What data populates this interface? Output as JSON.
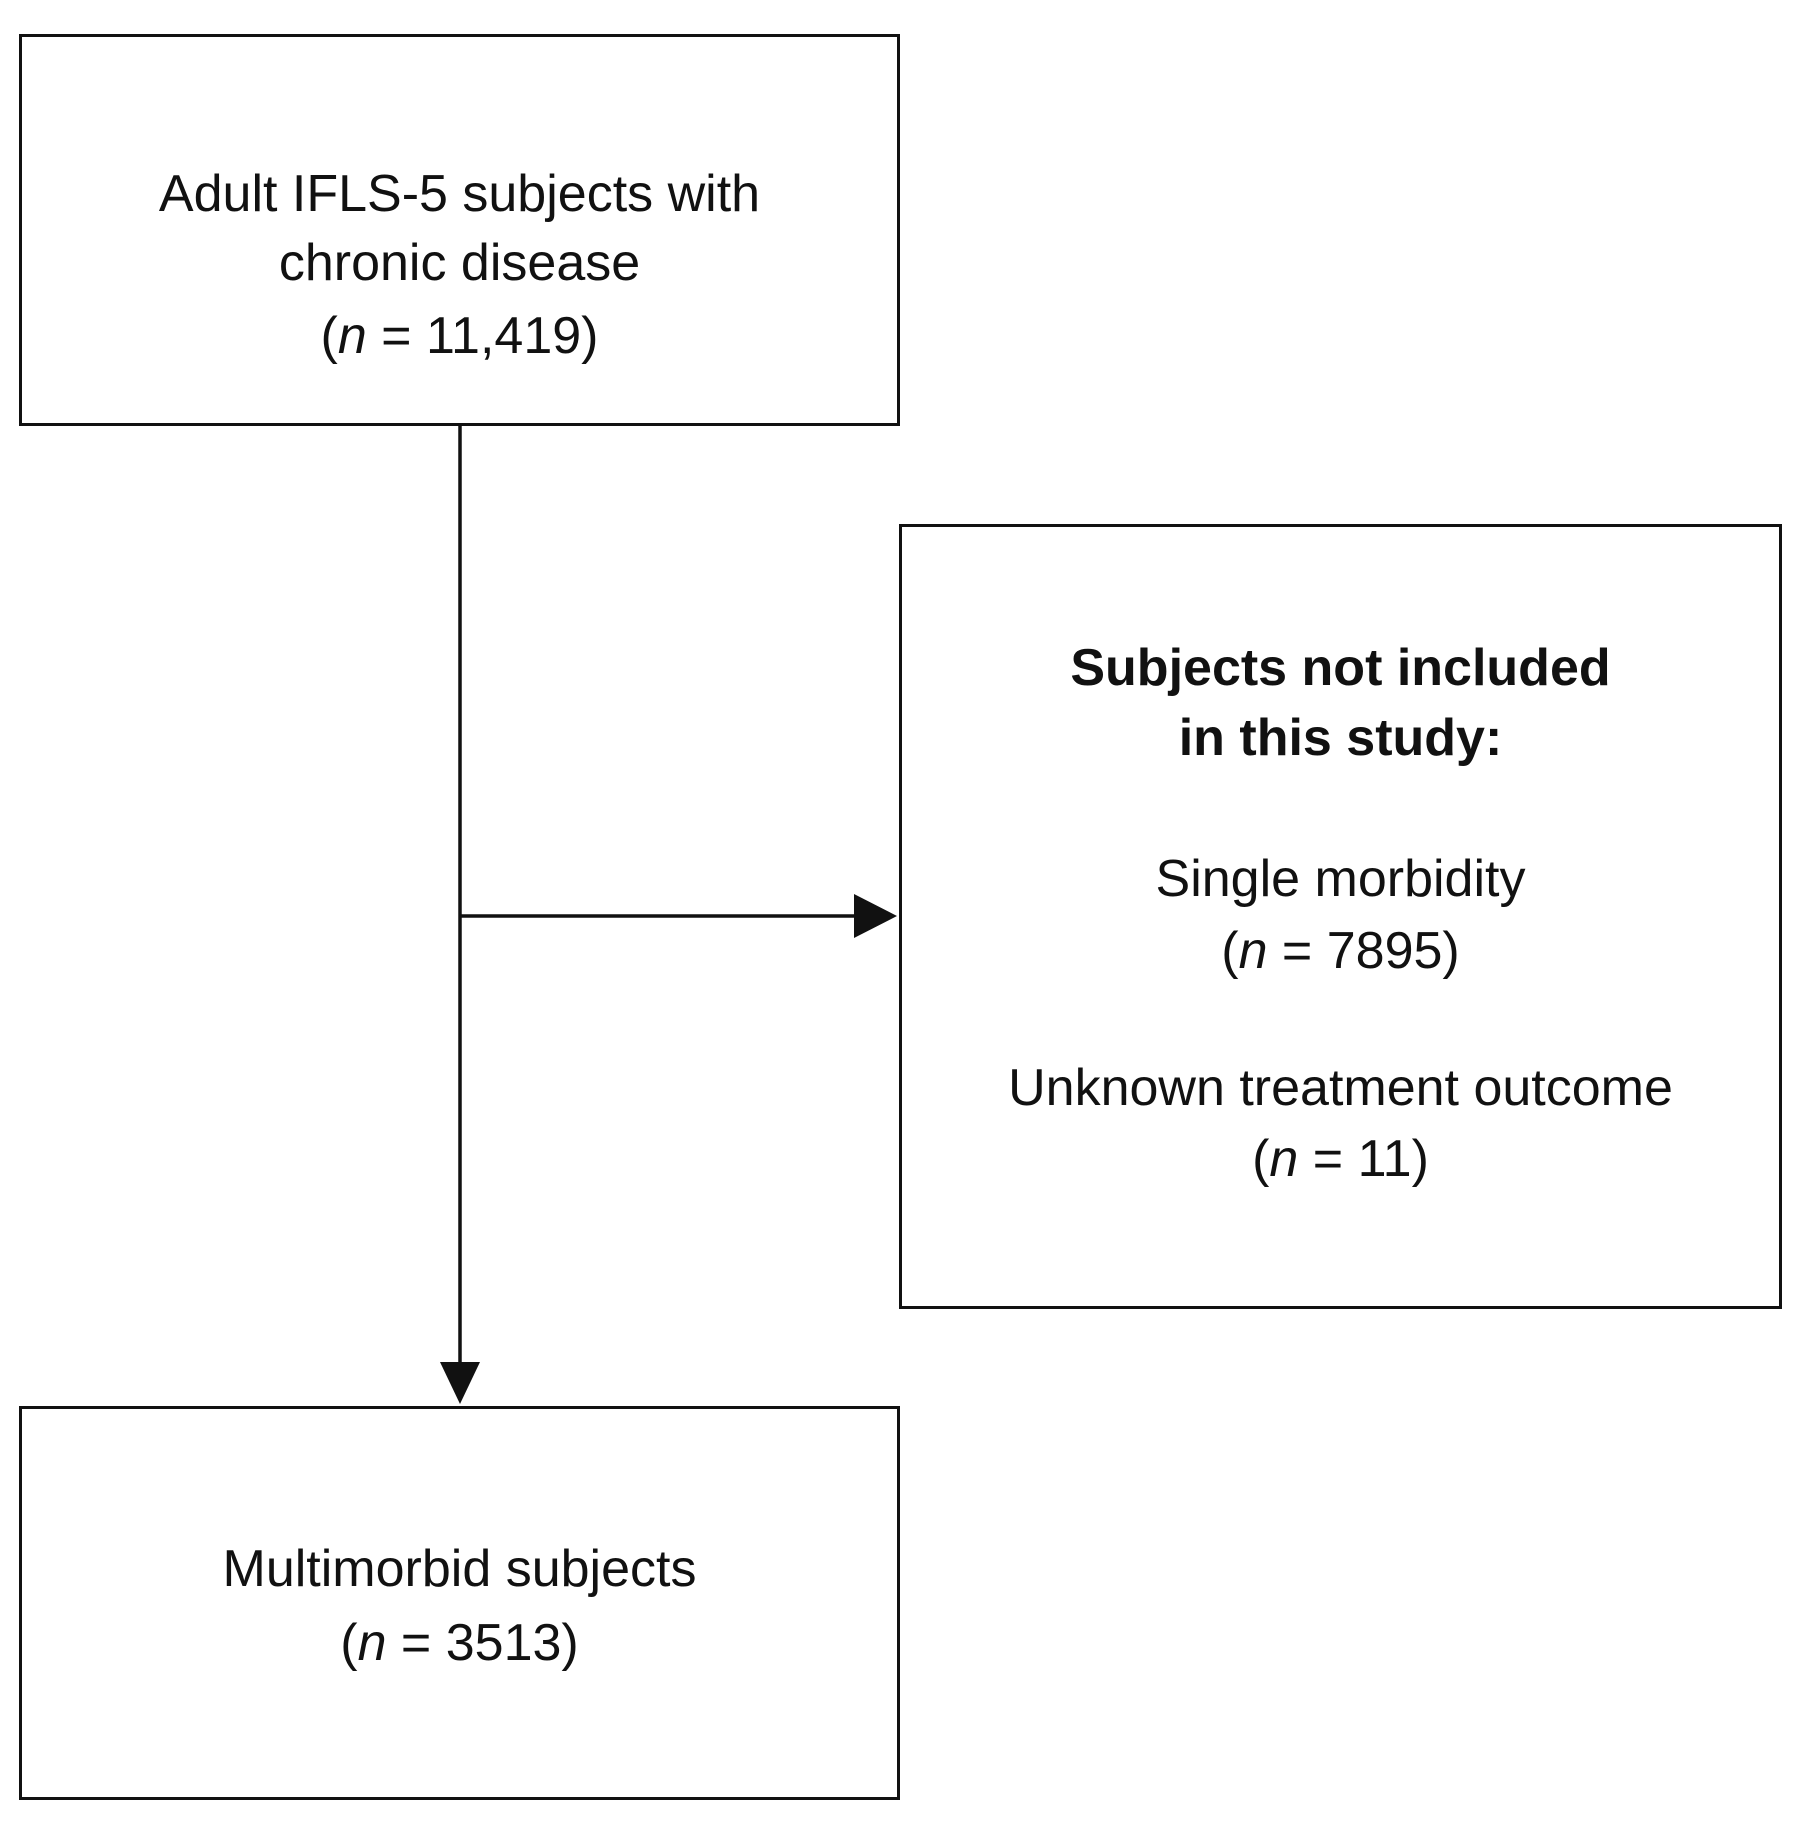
{
  "top_box": {
    "line1": "Adult IFLS-5 subjects with",
    "line2": "chronic disease",
    "count": {
      "open": "(",
      "n": "n",
      "rest": " = 11,419)"
    }
  },
  "excluded_box": {
    "heading1": "Subjects not included",
    "heading2": "in this study:",
    "item1": {
      "label": "Single morbidity",
      "count": {
        "open": "(",
        "n": "n",
        "rest": " = 7895)"
      }
    },
    "item2": {
      "label": "Unknown treatment outcome",
      "count": {
        "open": "(",
        "n": "n",
        "rest": " = 11)"
      }
    }
  },
  "bottom_box": {
    "label": "Multimorbid subjects",
    "count": {
      "open": "(",
      "n": "n",
      "rest": " = 3513)"
    }
  }
}
